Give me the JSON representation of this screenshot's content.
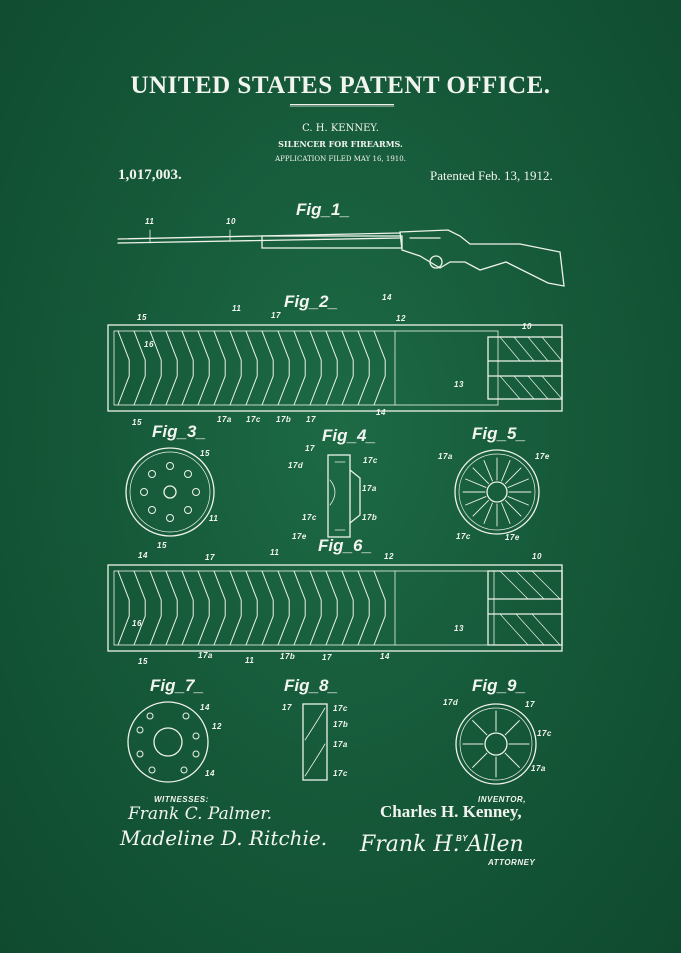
{
  "header": {
    "office": "UNITED STATES PATENT OFFICE.",
    "inventor_name": "C. H. KENNEY.",
    "title": "SILENCER FOR FIREARMS.",
    "application": "APPLICATION FILED MAY 16, 1910.",
    "patent_number": "1,017,003.",
    "patented": "Patented Feb. 13, 1912."
  },
  "figures": {
    "fig1": "Fig_1_",
    "fig2": "Fig_2_",
    "fig3": "Fig_3_",
    "fig4": "Fig_4_",
    "fig5": "Fig_5_",
    "fig6": "Fig_6_",
    "fig7": "Fig_7_",
    "fig8": "Fig_8_",
    "fig9": "Fig_9_"
  },
  "ref_numerals": {
    "n10": "10",
    "n11": "11",
    "n12": "12",
    "n13": "13",
    "n14": "14",
    "n15": "15",
    "n16": "16",
    "n17": "17",
    "n17a": "17a",
    "n17b": "17b",
    "n17c": "17c",
    "n17d": "17d",
    "n17e": "17e"
  },
  "signatures": {
    "witnesses_label": "WITNESSES:",
    "witness1": "Frank C. Palmer.",
    "witness2": "Madeline D. Ritchie.",
    "inventor_label": "INVENTOR,",
    "inventor": "Charles H. Kenney,",
    "by": "BY",
    "attorney_sig": "Frank H. Allen",
    "attorney_label": "ATTORNEY"
  },
  "colors": {
    "background": "#165a3a",
    "ink": "#f2f4ef"
  }
}
